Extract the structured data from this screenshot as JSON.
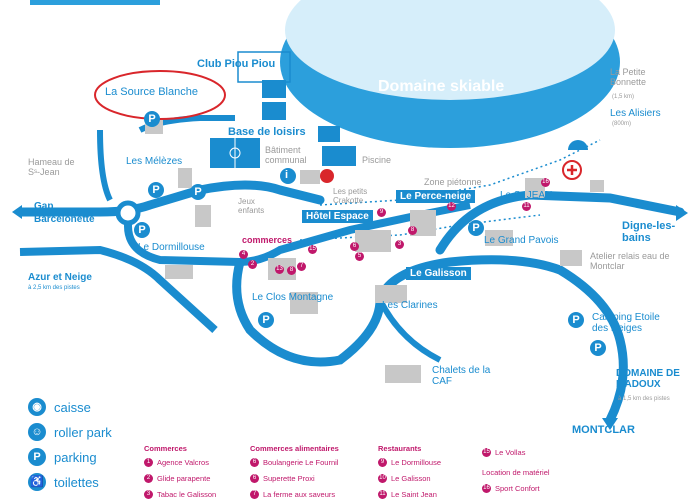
{
  "map": {
    "domain_label": "Domaine skiable",
    "places": {
      "source_blanche": "La Source Blanche",
      "club_piou": "Club Piou Piou",
      "base_loisirs": "Base de loisirs",
      "batiment": "Bâtiment communal",
      "piscine": "Piscine",
      "meleze": "Les Mélèzes",
      "hameau": "Hameau de Sˢ-Jean",
      "gap": "Gap",
      "barcelonette": "Barcelonette",
      "jeux": "Jeux enfants",
      "petits_crakotte": "Les petits Crakotte",
      "zone_pietonne": "Zone piétonne",
      "st_jean": "Le Sˢ JEAN",
      "petite_bonnette": "La Petite Bonnette",
      "petite_bonnette_dist": "(1,5 km)",
      "alisiers": "Les Alisiers",
      "alisiers_dist": "(800m)",
      "digne": "Digne-les-bains",
      "grand_pavois": "Le Grand Pavois",
      "atelier": "Atelier relais eau de Montclar",
      "dormillouse": "Le Dormillouse",
      "commerces": "commerces",
      "azur": "Azur et Neige",
      "azur_dist": "à 2,5 km des pistes",
      "clos": "Le Clos Montagne",
      "clarines": "Les Clarines",
      "camping": "Camping Etoile des Neiges",
      "chalets": "Chalets de la CAF",
      "adoux": "DOMAINE DE L'ADOUX",
      "adoux_dist": "à 1,5 km des pistes",
      "montclar": "MONTCLAR"
    },
    "tags": {
      "hotel": "Hôtel Espace",
      "perce_neige": "Le Perce-neige",
      "galisson": "Le Galisson"
    },
    "parking_symbol": "P",
    "info_symbol": "i"
  },
  "legend": [
    {
      "icon": "caisse-icon",
      "label": "caisse"
    },
    {
      "icon": "roller-icon",
      "label": "roller park"
    },
    {
      "icon": "parking-icon",
      "label": "parking",
      "symbol": "P"
    },
    {
      "icon": "toilet-icon",
      "label": "toilettes"
    }
  ],
  "key": {
    "commerces": {
      "title": "Commerces",
      "items": [
        {
          "n": "1",
          "label": "Agence Valcros"
        },
        {
          "n": "2",
          "label": "Glide parapente"
        },
        {
          "n": "3",
          "label": "Tabac le Galisson"
        }
      ]
    },
    "alimentaires": {
      "title": "Commerces alimentaires",
      "items": [
        {
          "n": "6",
          "label": "Boulangerie Le Fournil"
        },
        {
          "n": "6",
          "label": "Superette Proxi"
        },
        {
          "n": "7",
          "label": "La ferme aux saveurs"
        }
      ]
    },
    "restaurants": {
      "title": "Restaurants",
      "items": [
        {
          "n": "9",
          "label": "Le Dormillouse"
        },
        {
          "n": "10",
          "label": "Le Galisson"
        },
        {
          "n": "11",
          "label": "Le Saint Jean"
        }
      ]
    },
    "extra": {
      "vollas_n": "15",
      "vollas": "Le Vollas",
      "location_title": "Location de matériel",
      "sport_n": "16",
      "sport": "Sport Confort"
    }
  },
  "colors": {
    "accent": "#1a8ccf",
    "annotation": "#d9262b",
    "shops": "#c0186b",
    "buildings": "#c8c8c8"
  }
}
